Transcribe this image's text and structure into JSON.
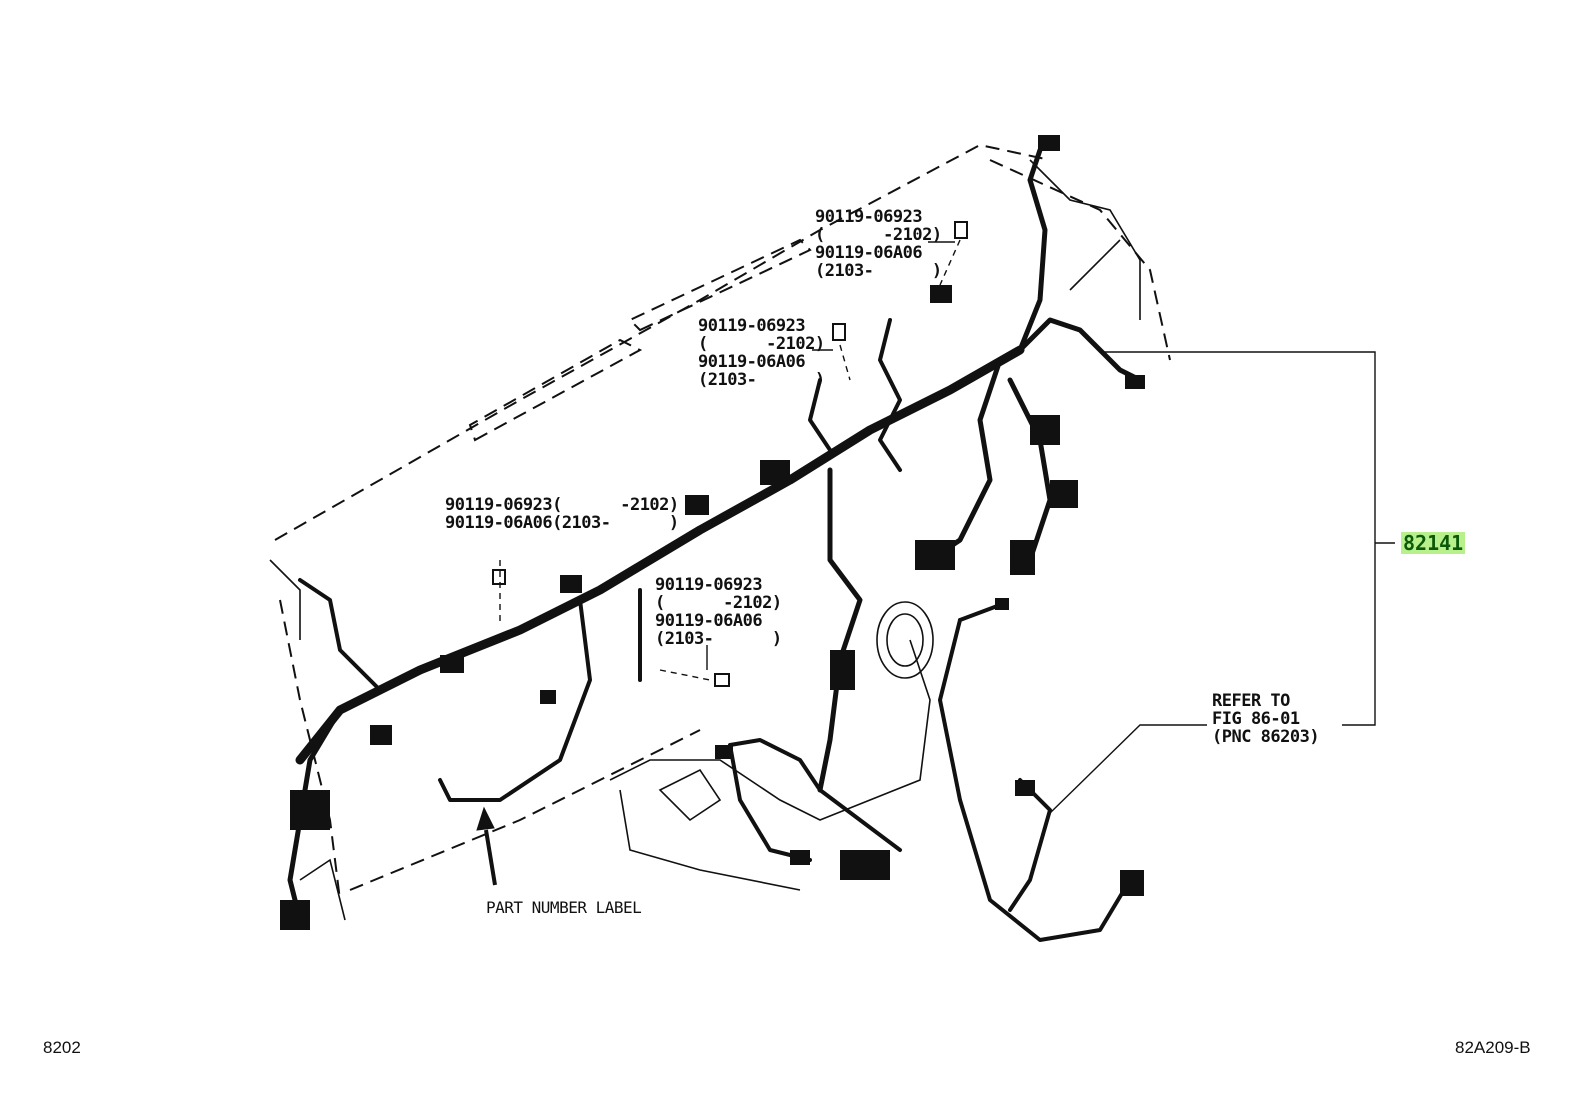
{
  "callouts": {
    "bolt_top": {
      "line1": "90119-06923",
      "line2": "(      -2102)",
      "line3": "90119-06A06",
      "line4": "(2103-      )"
    },
    "bolt_mid": {
      "line1": "90119-06923",
      "line2": "(      -2102)",
      "line3": "90119-06A06",
      "line4": "(2103-      )"
    },
    "bolt_left": {
      "line1": "90119-06923(      -2102)",
      "line2": "90119-06A06(2103-      )"
    },
    "bolt_center": {
      "line1": "90119-06923",
      "line2": "(      -2102)",
      "line3": "90119-06A06",
      "line4": "(2103-      )"
    }
  },
  "part_number_label": "PART NUMBER LABEL",
  "pnc_main": "82141",
  "refer": {
    "line1": "REFER TO",
    "line2": "FIG 86-01",
    "line3": "(PNC 86203)"
  },
  "footer": {
    "left_code": "8202",
    "right_code": "82A209-B"
  },
  "colors": {
    "highlight_bg": "#b8f08c",
    "highlight_text": "#0a5a0a",
    "line": "#111111"
  }
}
